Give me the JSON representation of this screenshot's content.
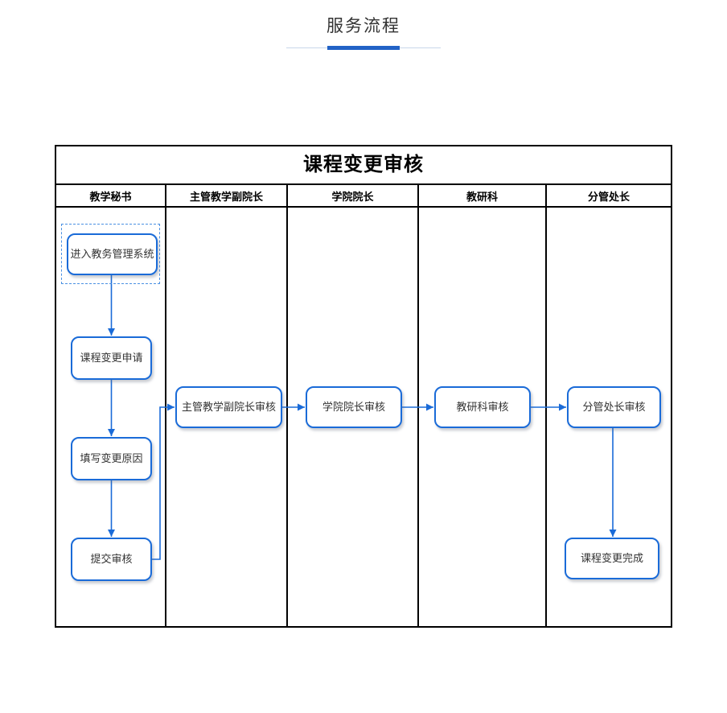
{
  "page": {
    "title": "服务流程"
  },
  "diagram": {
    "title": "课程变更审核",
    "lanes": [
      {
        "label": "教学秘书"
      },
      {
        "label": "主管教学副院长"
      },
      {
        "label": "学院院长"
      },
      {
        "label": "教研科"
      },
      {
        "label": "分管处长"
      }
    ],
    "nodes": [
      {
        "label": "进入教务管理系统"
      },
      {
        "label": "课程变更申请"
      },
      {
        "label": "填写变更原因"
      },
      {
        "label": "提交审核"
      },
      {
        "label": "主管教学副院长审核"
      },
      {
        "label": "学院院长审核"
      },
      {
        "label": "教研科审核"
      },
      {
        "label": "分管处长审核"
      },
      {
        "label": "课程变更完成"
      }
    ]
  },
  "colors": {
    "accent_blue": "#2262c6",
    "divider_light_line": "#c8d6ea",
    "node_border_blue": "#1a6bd8",
    "arrow_blue": "#1a6bd8",
    "selection_dash_blue": "#4a90e2",
    "frame_border": "#000000",
    "text_dark": "#333333"
  }
}
